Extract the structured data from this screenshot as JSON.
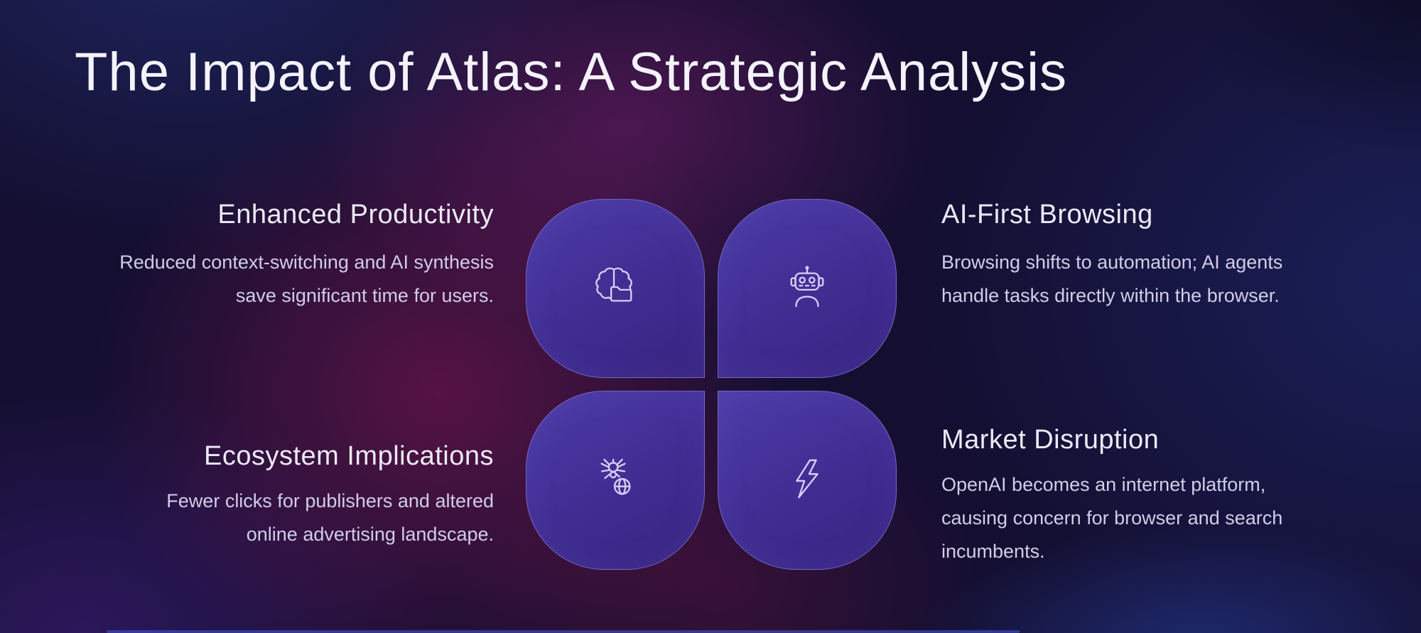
{
  "page": {
    "title": "The Impact of Atlas: A Strategic Analysis"
  },
  "quadrants": [
    {
      "id": "enhanced-productivity",
      "position": "top-left",
      "title": "Enhanced Productivity",
      "description": "Reduced context-switching and AI synthesis\nsave significant time for users.",
      "icon": "brain-document-icon"
    },
    {
      "id": "ai-first-browsing",
      "position": "top-right",
      "title": "AI-First Browsing",
      "description": "Browsing shifts to automation; AI agents\nhandle tasks directly within the browser.",
      "icon": "robot-icon"
    },
    {
      "id": "ecosystem-implications",
      "position": "bottom-left",
      "title": "Ecosystem Implications",
      "description": "Fewer clicks for publishers and altered\nonline advertising landscape.",
      "icon": "web-crawler-icon"
    },
    {
      "id": "market-disruption",
      "position": "bottom-right",
      "title": "Market Disruption",
      "description": "OpenAI becomes an internet platform,\ncausing concern for browser and search\nincumbents.",
      "icon": "lightning-icon"
    }
  ],
  "colors": {
    "background_base": "#140f31",
    "magenta_glow": "#a8247e",
    "blue_glow": "#2640a5",
    "petal_fill_start": "#4e3ca8",
    "petal_fill_end": "#37247f",
    "petal_border": "#a192e6",
    "icon_stroke": "#d8cef6",
    "title_text": "#f4f2fb",
    "heading_text": "#ece9f7",
    "body_text": "#d2cce8",
    "accent_bar": "#4655cd"
  }
}
